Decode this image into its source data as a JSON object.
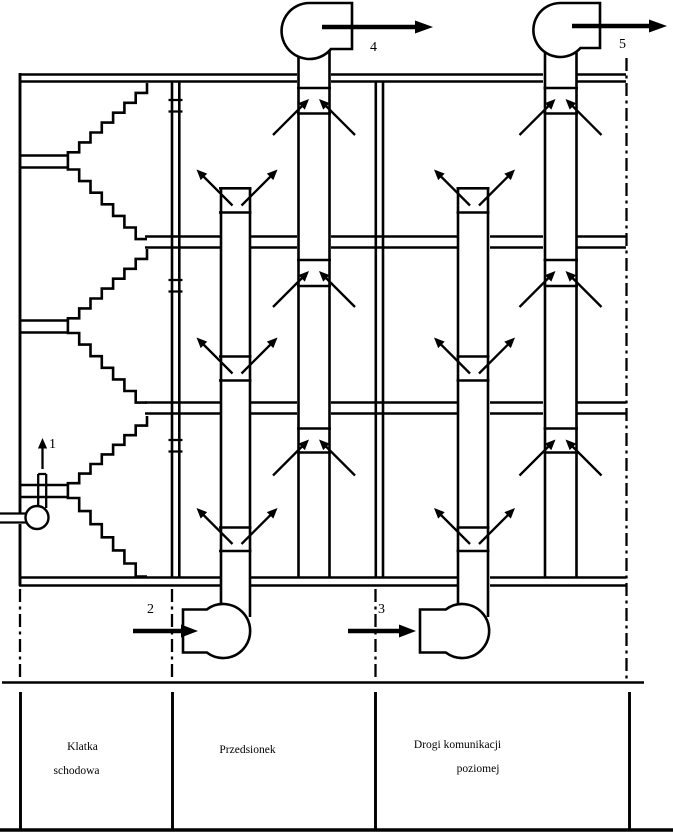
{
  "diagram": {
    "description": "Building section diagram of smoke control: pressurized stairwell and vestibule supply shafts with exhaust shafts over horizontal escape routes",
    "colors": {
      "line": "#000000",
      "background": "#ffffff"
    },
    "markers": {
      "stair_intake_fan": "1",
      "supply_fan_left": "2",
      "supply_fan_right": "3",
      "exhaust_fan_left": "4",
      "exhaust_fan_right": "5"
    },
    "legend": {
      "sections": [
        {
          "lines": [
            "Klatka",
            "schodowa"
          ]
        },
        {
          "lines": [
            "Przedsionek"
          ]
        },
        {
          "lines": [
            "Drogi komunikacji",
            "poziomej"
          ]
        }
      ]
    }
  }
}
